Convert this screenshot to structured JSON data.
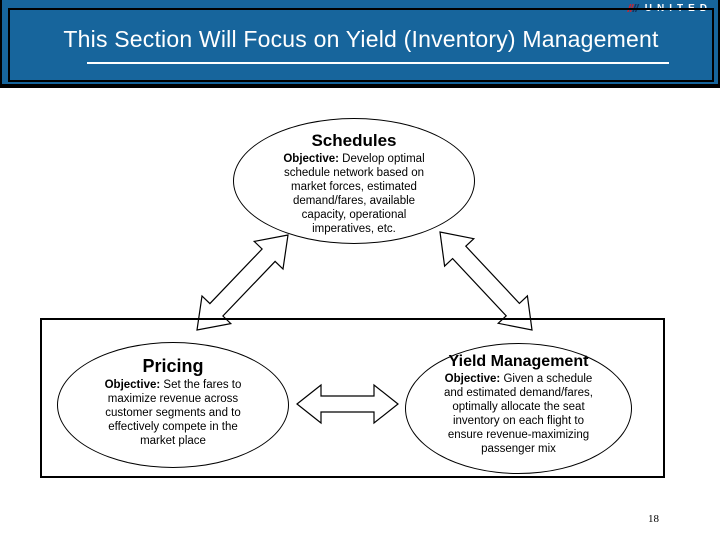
{
  "header": {
    "brand": "UNITED",
    "title": "This Section Will Focus on Yield (Inventory) Management",
    "colors": {
      "background": "#17659C",
      "text": "#FFFFFF",
      "underline": "#FFFFFF"
    }
  },
  "objective_label": "Objective:",
  "diagram": {
    "schedules": {
      "title": "Schedules",
      "objective_lines": [
        "Develop optimal",
        "schedule network based on",
        "market forces, estimated",
        "demand/fares, available",
        "capacity, operational",
        "imperatives, etc."
      ]
    },
    "pricing": {
      "title": "Pricing",
      "objective_lines": [
        "Set the fares to",
        "maximize revenue across",
        "customer segments and to",
        "effectively compete in the",
        "market place"
      ]
    },
    "yield_management": {
      "title": "Yield Management",
      "objective_lines": [
        "Given a schedule",
        "and estimated demand/fares,",
        "optimally allocate the seat",
        "inventory on each flight to",
        "ensure revenue-maximizing",
        "passenger mix"
      ]
    },
    "connector_style": {
      "fill": "#FFFFFF",
      "stroke": "#000000"
    }
  },
  "footer": {
    "page_number": "18"
  }
}
